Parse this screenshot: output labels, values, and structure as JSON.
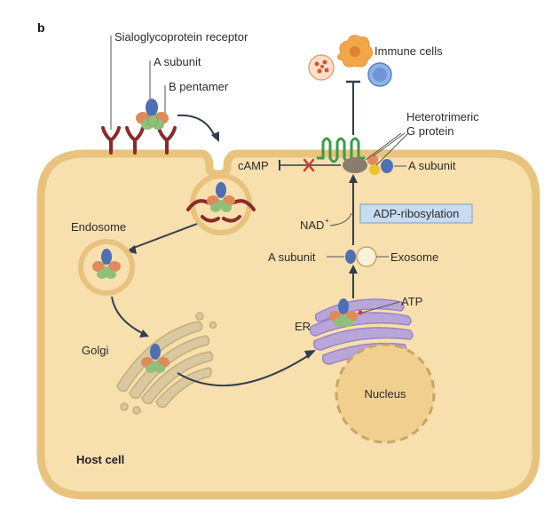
{
  "panel_label": "b",
  "labels": {
    "receptor": "Sialoglycoprotein receptor",
    "a_subunit_top": "A subunit",
    "b_pentamer": "B pentamer",
    "immune_cells": "Immune cells",
    "heterotrimeric": "Heterotrimeric",
    "g_protein": "G protein",
    "camp": "cAMP",
    "a_subunit_right": "A subunit",
    "nad": "NAD",
    "nad_sup": "+",
    "adp_ribosylation": "ADP-ribosylation",
    "endosome": "Endosome",
    "a_subunit_mid": "A subunit",
    "exosome": "Exosome",
    "atp": "ATP",
    "er": "ER",
    "golgi": "Golgi",
    "nucleus": "Nucleus",
    "host_cell": "Host cell"
  },
  "colors": {
    "cytoplasm": "#f7dfae",
    "membrane": "#e8c37e",
    "membrane_edge": "#d7a95a",
    "receptor": "#8b2a2a",
    "a_subunit": "#4f6fb3",
    "b_green": "#8fc07a",
    "b_orange": "#e08a5b",
    "er": "#b9a6d8",
    "golgi": "#d9c8a0",
    "nucleus": "#f1cf8e",
    "gpcr": "#3b9a4c",
    "adp_box": "#c8dcf0",
    "inhibit_cross": "#d23a2a",
    "arrow": "#2f3e4e"
  }
}
